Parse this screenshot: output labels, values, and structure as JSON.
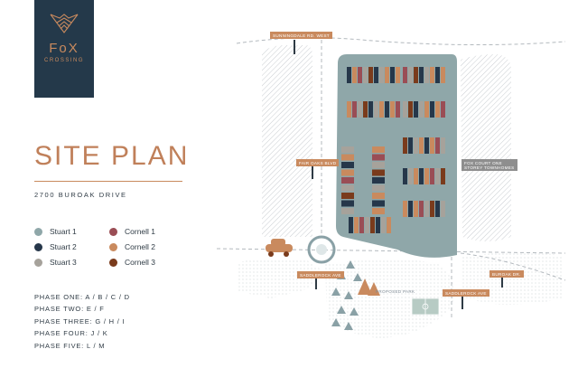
{
  "logo": {
    "word": "FoX",
    "sub": "CROSSING"
  },
  "title": "SITE PLAN",
  "address": "2700 BUROAK DRIVE",
  "legend": [
    {
      "label": "Stuart 1",
      "color": "#8fa7a9"
    },
    {
      "label": "Stuart 2",
      "color": "#26374a"
    },
    {
      "label": "Stuart 3",
      "color": "#a6a29b"
    },
    {
      "label": "Cornell 1",
      "color": "#9a4d55"
    },
    {
      "label": "Cornell 2",
      "color": "#c98a5e"
    },
    {
      "label": "Cornell 3",
      "color": "#7a3b1c"
    }
  ],
  "phases": [
    "PHASE ONE: A / B / C / D",
    "PHASE TWO: E / F",
    "PHASE THREE: G / H / I",
    "PHASE FOUR: J / K",
    "PHASE FIVE: L / M"
  ],
  "map_labels": {
    "sunningdale": "SUNNINGDALE RD. WEST",
    "fair_oaks": "FAIR OAKS BLVD",
    "fox_court": "FOX COURT ONE",
    "fox_court_2": "STOREY TOWNHOMES",
    "saddlerock_left": "SADDLEROCK AVE",
    "saddlerock_right": "SADDLEROCK AVE",
    "buroak": "BUROAK DR.",
    "park": "PROPOSED PARK"
  }
}
